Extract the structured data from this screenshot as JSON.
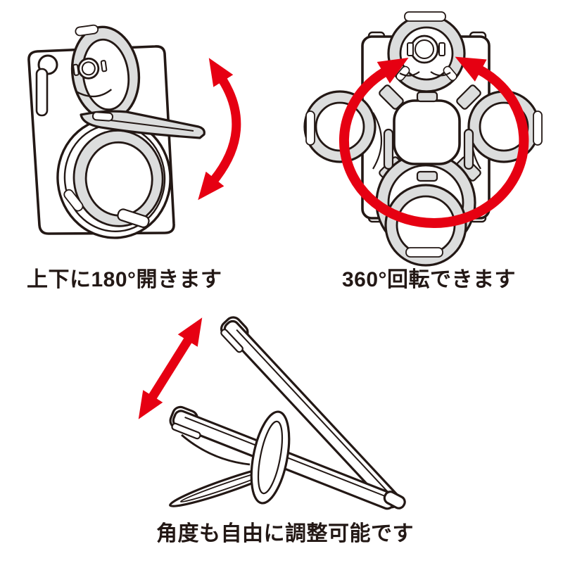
{
  "page": {
    "background": "#ffffff",
    "language": "ja",
    "description": "Product feature diagram of a smartphone dual-ring holder/stand"
  },
  "palette": {
    "accent_red": "#e60012",
    "line_dark": "#231815",
    "ring_gray": "#dcdddd",
    "white": "#ffffff"
  },
  "icons": {
    "updown_arrow": "curved-vertical-double-headed-arrow",
    "rotation_arrow": "circular-double-headed-arrow",
    "angle_arrow": "diagonal-double-headed-arrow"
  },
  "panels": {
    "open_updown": {
      "caption": "上下に180°開きます",
      "illustration": "smartphone-back-with-ring-flipped-open-up-and-down"
    },
    "rotate_360": {
      "caption": "360°回転できます",
      "illustration": "smartphone-back-with-ring-in-four-rotated-positions"
    },
    "adjust_angle": {
      "caption": "角度も自由に調整可能です",
      "illustration": "smartphone-standing-at-two-angles-on-ring-kickstand"
    }
  }
}
